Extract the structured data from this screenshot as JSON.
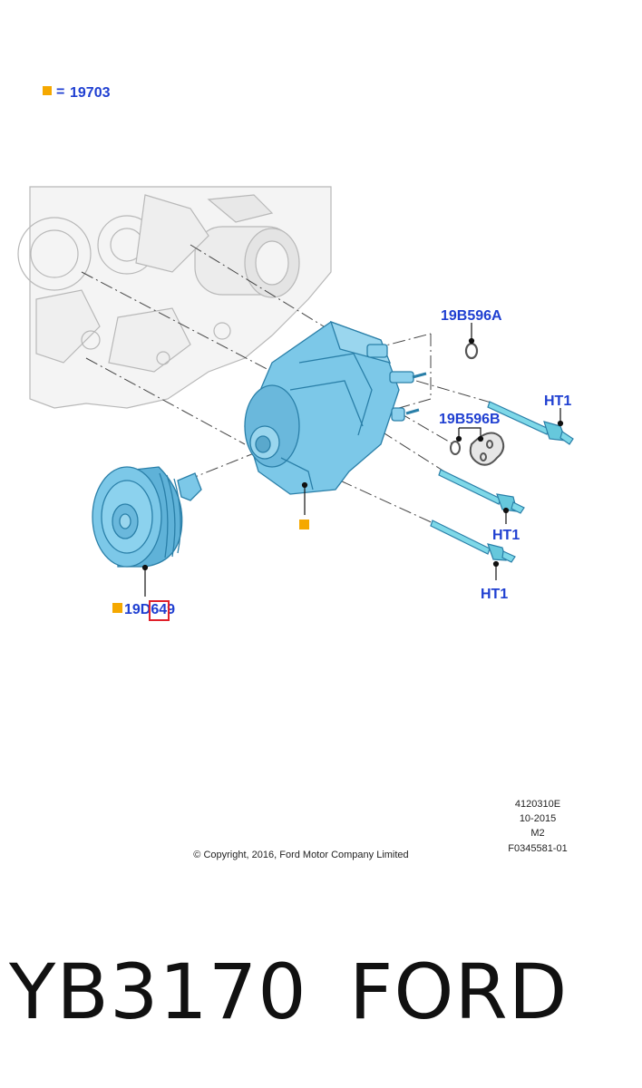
{
  "legend": {
    "marker_color": "#f5a800",
    "eq": "=",
    "part": "19703"
  },
  "callouts": {
    "seal_top": "19B596A",
    "seal_gasket": "19B596B",
    "bolt_top": "HT1",
    "bolt_mid": "HT1",
    "bolt_bottom": "HT1",
    "pulley_prefix": "19D",
    "pulley_suffix": "649"
  },
  "meta": {
    "copyright": "© Copyright, 2016, Ford Motor Company Limited",
    "id_lines": [
      "4120310E",
      "10-2015",
      "M2",
      "F0345581-01"
    ]
  },
  "footer": {
    "model": "YB3170",
    "brand": "FORD"
  },
  "colors": {
    "part_fill": "#7cc8e8",
    "part_stroke": "#2a7fa8",
    "label_blue": "#1f3fd1",
    "highlight_box": "#e0202a",
    "engine_sketch": "#b8b8b8"
  }
}
